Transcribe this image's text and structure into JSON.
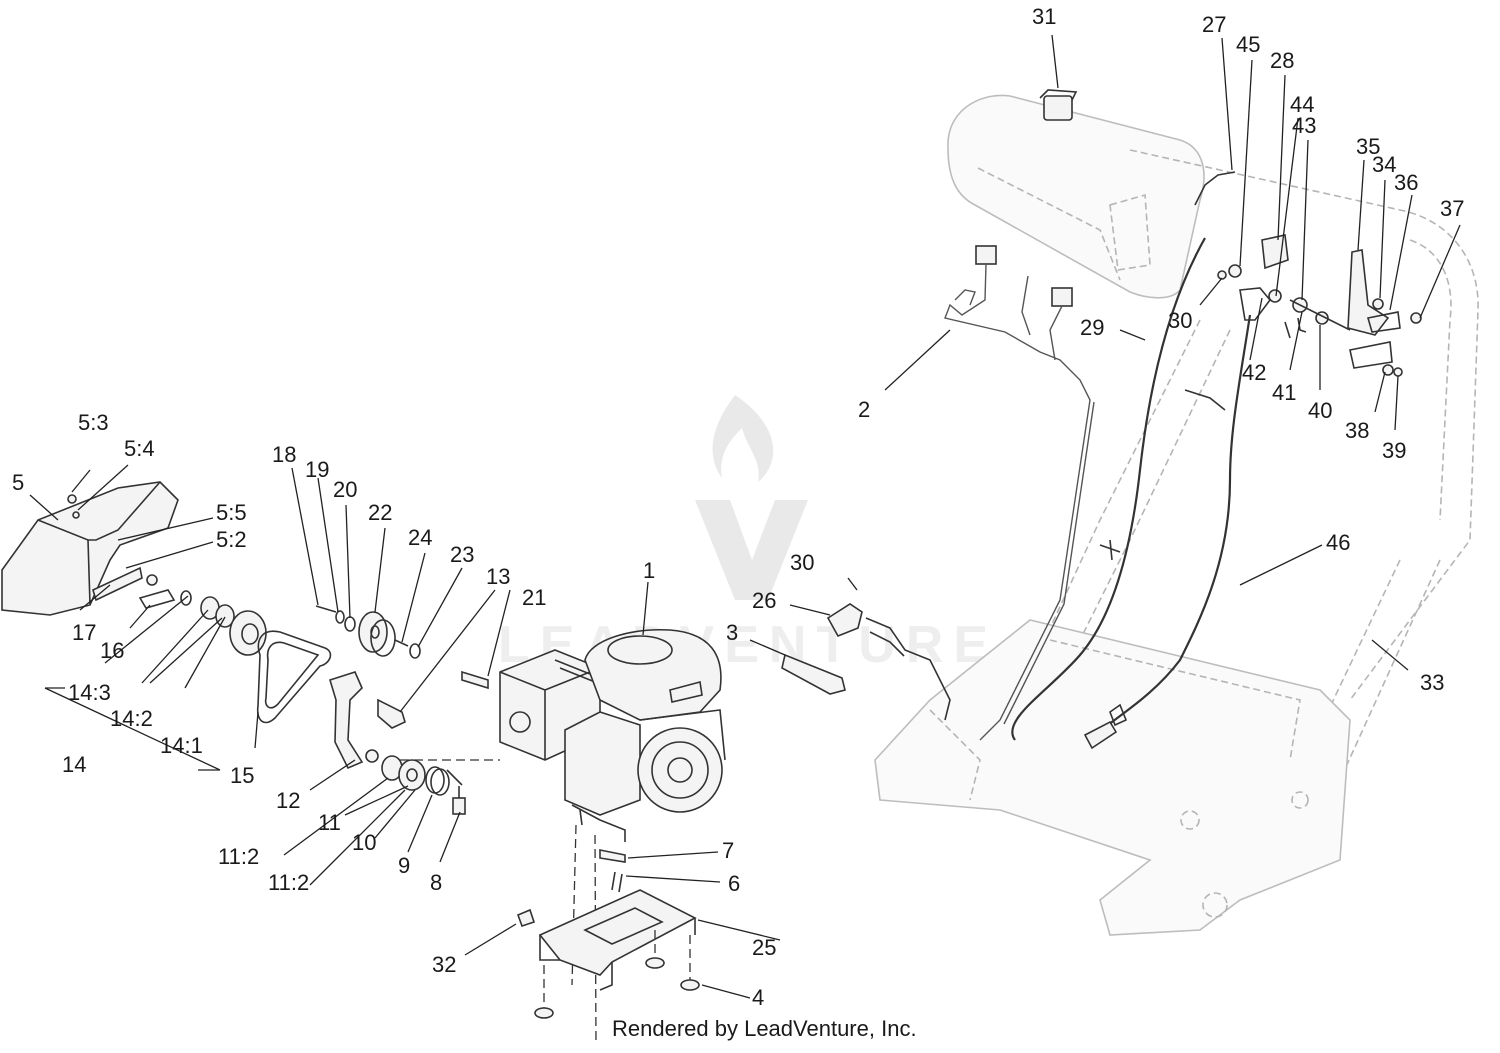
{
  "diagram": {
    "callouts": [
      {
        "id": "c1",
        "label": "1"
      },
      {
        "id": "c2",
        "label": "2"
      },
      {
        "id": "c3",
        "label": "3"
      },
      {
        "id": "c4",
        "label": "4"
      },
      {
        "id": "c5",
        "label": "5"
      },
      {
        "id": "c5_2",
        "label": "5:2"
      },
      {
        "id": "c5_3",
        "label": "5:3"
      },
      {
        "id": "c5_4",
        "label": "5:4"
      },
      {
        "id": "c5_5",
        "label": "5:5"
      },
      {
        "id": "c6",
        "label": "6"
      },
      {
        "id": "c7",
        "label": "7"
      },
      {
        "id": "c8",
        "label": "8"
      },
      {
        "id": "c9",
        "label": "9"
      },
      {
        "id": "c10",
        "label": "10"
      },
      {
        "id": "c11",
        "label": "11"
      },
      {
        "id": "c11_2a",
        "label": "11:2"
      },
      {
        "id": "c11_2b",
        "label": "11:2"
      },
      {
        "id": "c12",
        "label": "12"
      },
      {
        "id": "c13",
        "label": "13"
      },
      {
        "id": "c14",
        "label": "14"
      },
      {
        "id": "c14_1",
        "label": "14:1"
      },
      {
        "id": "c14_2",
        "label": "14:2"
      },
      {
        "id": "c14_3",
        "label": "14:3"
      },
      {
        "id": "c15",
        "label": "15"
      },
      {
        "id": "c16",
        "label": "16"
      },
      {
        "id": "c17",
        "label": "17"
      },
      {
        "id": "c18",
        "label": "18"
      },
      {
        "id": "c19",
        "label": "19"
      },
      {
        "id": "c20",
        "label": "20"
      },
      {
        "id": "c21",
        "label": "21"
      },
      {
        "id": "c22",
        "label": "22"
      },
      {
        "id": "c23",
        "label": "23"
      },
      {
        "id": "c24",
        "label": "24"
      },
      {
        "id": "c25",
        "label": "25"
      },
      {
        "id": "c26",
        "label": "26"
      },
      {
        "id": "c27",
        "label": "27"
      },
      {
        "id": "c28",
        "label": "28"
      },
      {
        "id": "c29",
        "label": "29"
      },
      {
        "id": "c30a",
        "label": "30"
      },
      {
        "id": "c30b",
        "label": "30"
      },
      {
        "id": "c31",
        "label": "31"
      },
      {
        "id": "c32",
        "label": "32"
      },
      {
        "id": "c33",
        "label": "33"
      },
      {
        "id": "c34",
        "label": "34"
      },
      {
        "id": "c35",
        "label": "35"
      },
      {
        "id": "c36",
        "label": "36"
      },
      {
        "id": "c37",
        "label": "37"
      },
      {
        "id": "c38",
        "label": "38"
      },
      {
        "id": "c39",
        "label": "39"
      },
      {
        "id": "c40",
        "label": "40"
      },
      {
        "id": "c41",
        "label": "41"
      },
      {
        "id": "c42",
        "label": "42"
      },
      {
        "id": "c43",
        "label": "43"
      },
      {
        "id": "c44",
        "label": "44"
      },
      {
        "id": "c45",
        "label": "45"
      },
      {
        "id": "c46",
        "label": "46"
      }
    ],
    "watermark": "LEADVENTURE",
    "footer": "Rendered by LeadVenture, Inc."
  }
}
